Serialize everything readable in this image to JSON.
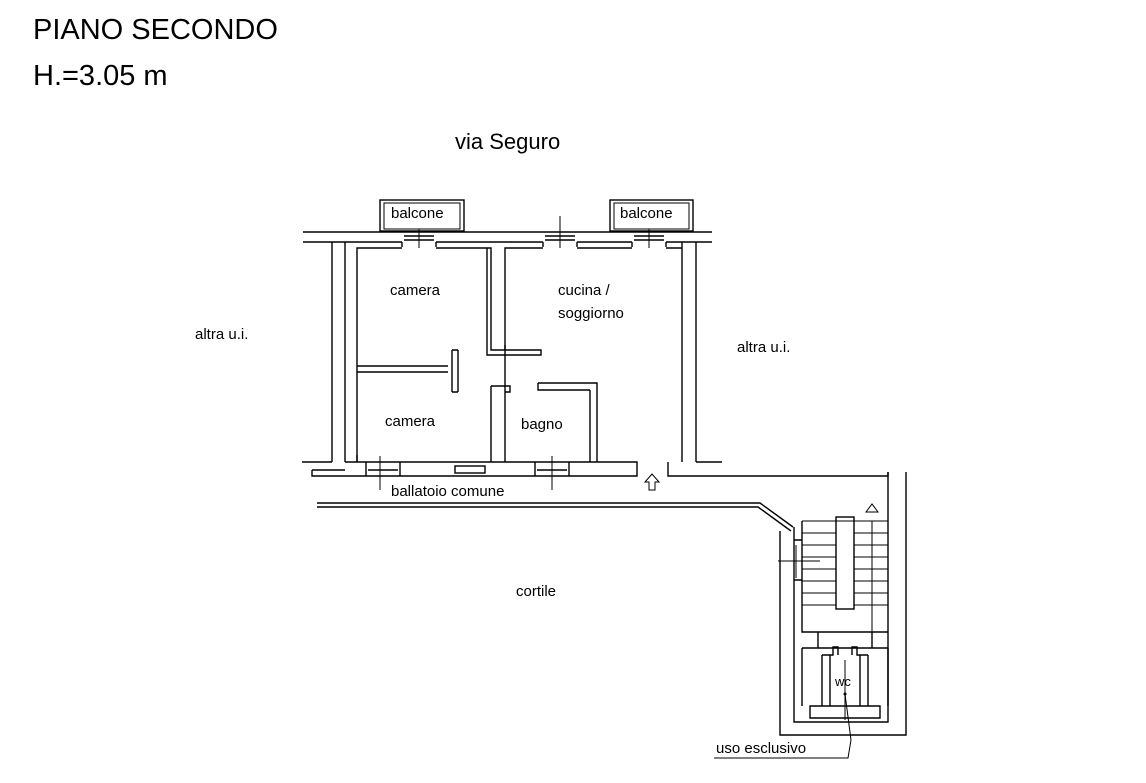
{
  "header": {
    "title": "PIANO SECONDO",
    "height": "H.=3.05 m"
  },
  "labels": {
    "street": "via Seguro",
    "balcony_left": "balcone",
    "balcony_right": "balcone",
    "bedroom_top": "camera",
    "bedroom_bottom": "camera",
    "kitchen_line1": "cucina /",
    "kitchen_line2": "soggiorno",
    "bathroom": "bagno",
    "other_unit_left": "altra u.i.",
    "other_unit_right": "altra u.i.",
    "gallery": "ballatoio comune",
    "courtyard": "cortile",
    "wc": "wc",
    "exclusive_use": "uso esclusivo"
  }
}
